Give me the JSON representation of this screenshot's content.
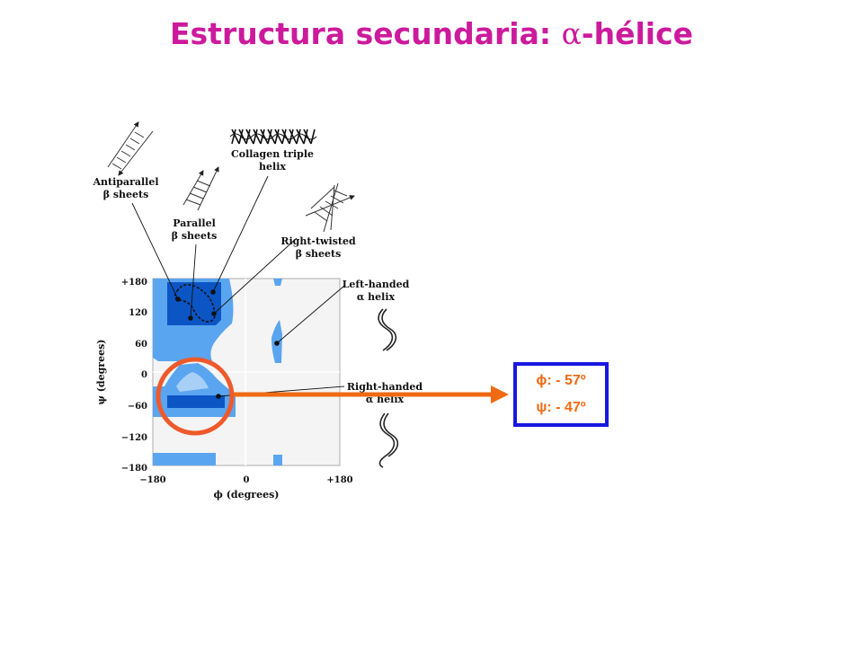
{
  "title": {
    "prefix": "Estructura secundaria: ",
    "greek": "α",
    "suffix": "-hélice"
  },
  "diagram": {
    "labels": {
      "antiparallel_1": "Antiparallel",
      "antiparallel_2": "β sheets",
      "parallel_1": "Parallel",
      "parallel_2": "β sheets",
      "collagen_1": "Collagen triple",
      "collagen_2": "helix",
      "right_twisted_1": "Right-twisted",
      "right_twisted_2": "β sheets",
      "left_handed_1": "Left-handed",
      "left_handed_2": "α helix",
      "right_handed_1": "Right-handed",
      "right_handed_2": "α helix"
    },
    "axes": {
      "xlabel": "ϕ (degrees)",
      "ylabel": "ψ (degrees)",
      "xticks": [
        "−180",
        "0",
        "+180"
      ],
      "yticks": [
        "+180",
        "120",
        "60",
        "0",
        "−60",
        "−120",
        "−180"
      ]
    }
  },
  "angles_box": {
    "phi": "ϕ: - 57º",
    "psi": "ψ: - 47º"
  },
  "colors": {
    "title": "#cc1a9c",
    "light_region": "#5aa5ef",
    "dark_region": "#0b55c4",
    "highlight_circle": "#ee5a2c",
    "arrow": "#ef6a13",
    "box_border": "#1717e0"
  }
}
